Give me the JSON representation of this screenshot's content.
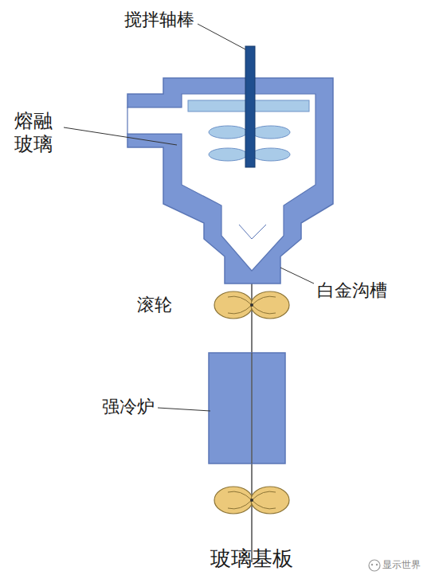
{
  "diagram": {
    "labels": [
      "搅拌轴棒",
      "熔融 玻璃",
      "白金沟槽",
      "滚轮",
      "强冷炉",
      "玻璃基板",
      "显示世界"
    ]
  }
}
